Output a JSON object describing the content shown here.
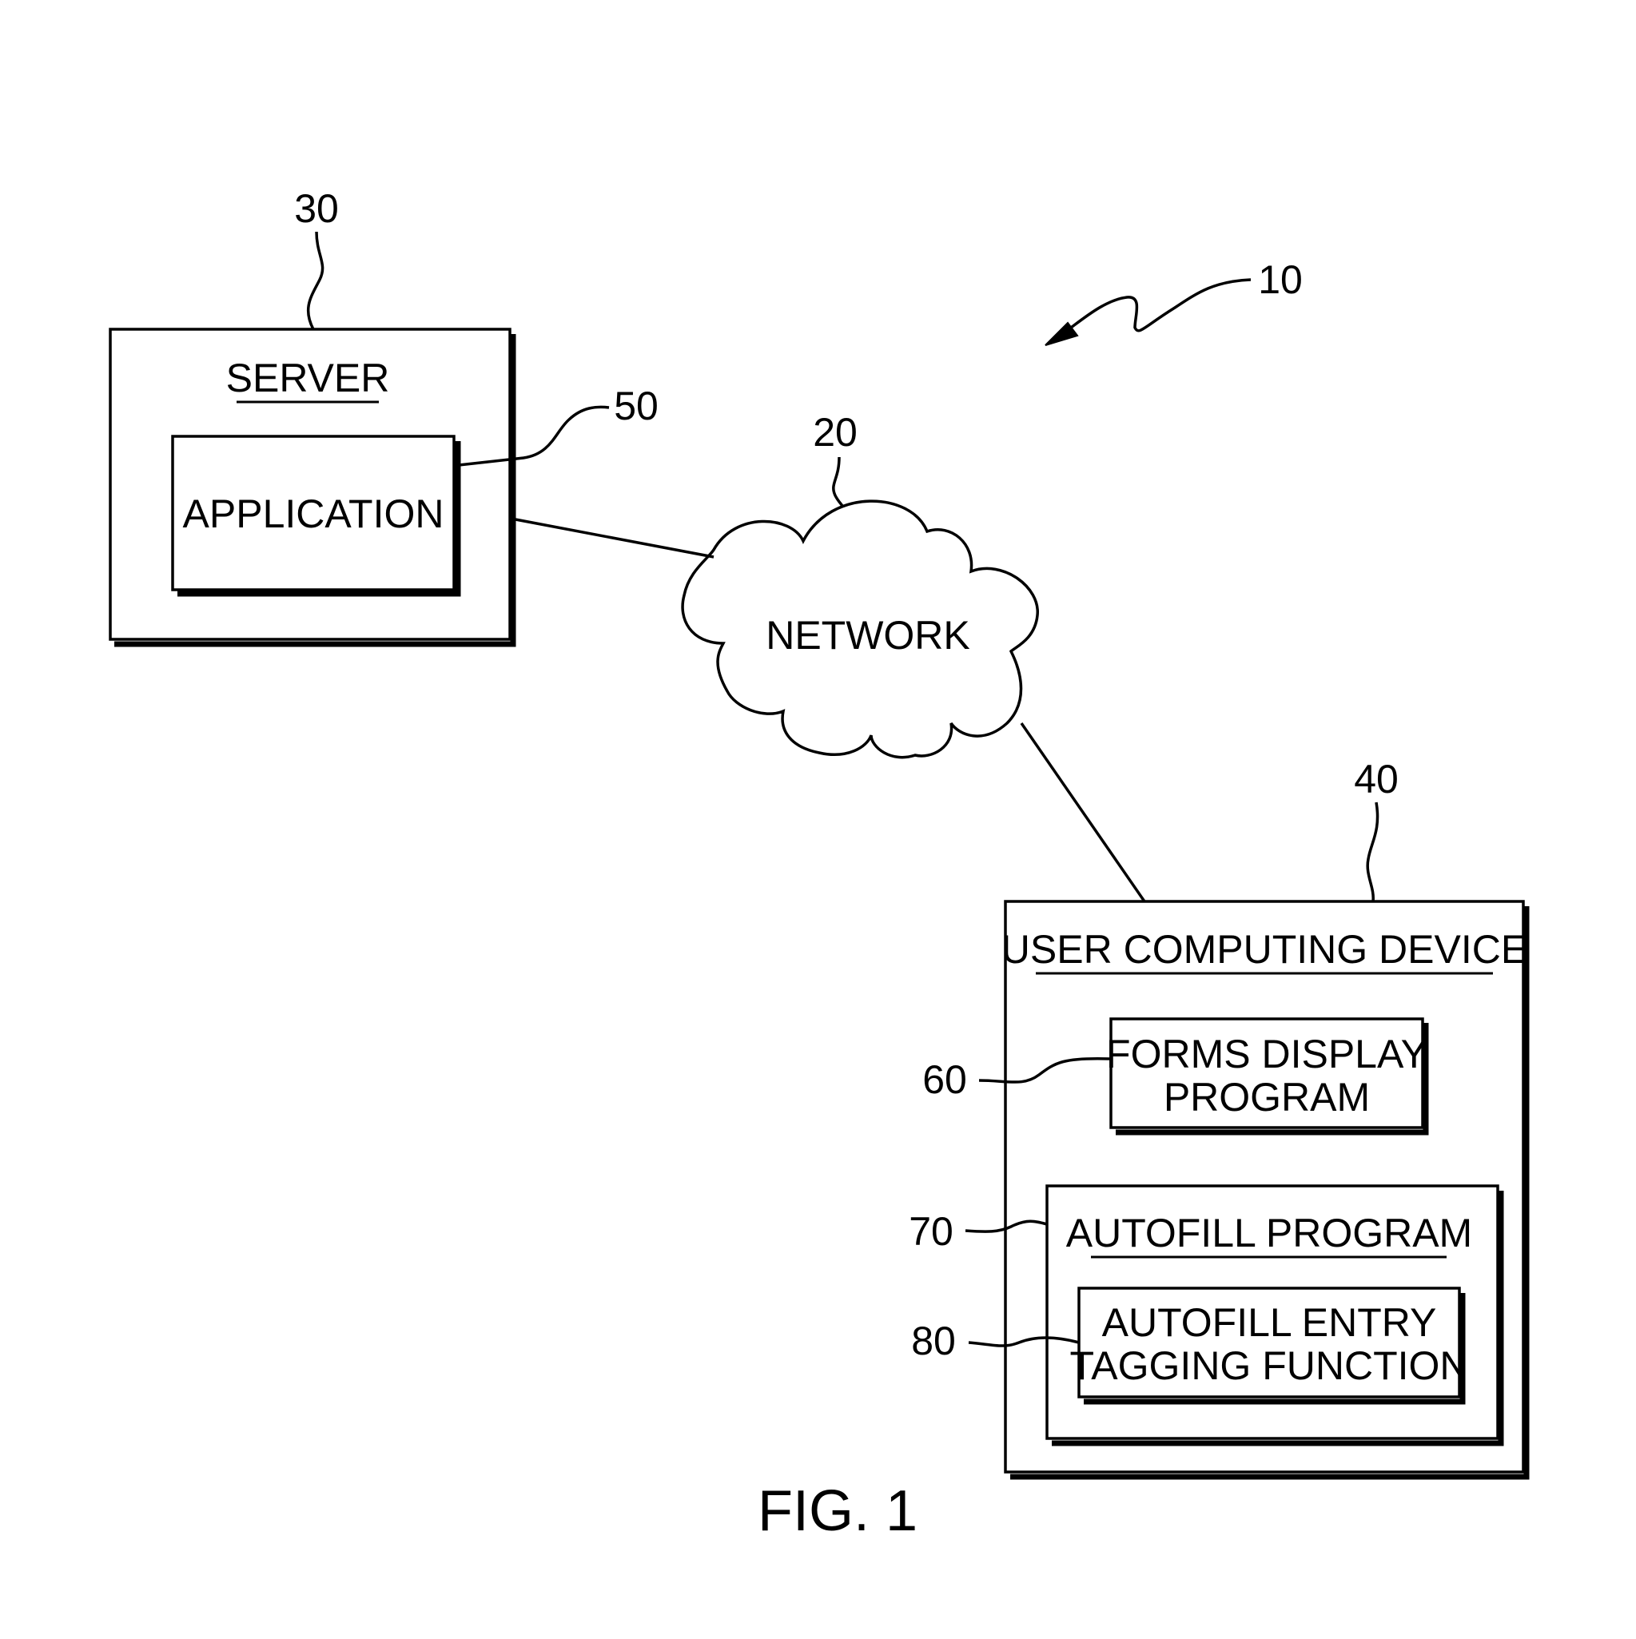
{
  "figure_label": "FIG. 1",
  "system_ref": "10",
  "network": {
    "ref": "20",
    "label": "NETWORK"
  },
  "server": {
    "ref": "30",
    "label": "SERVER",
    "application": {
      "ref": "50",
      "label": "APPLICATION"
    }
  },
  "user_device": {
    "ref": "40",
    "label": "USER COMPUTING DEVICE",
    "forms_display": {
      "ref": "60",
      "line1": "FORMS DISPLAY",
      "line2": "PROGRAM"
    },
    "autofill": {
      "ref": "70",
      "label": "AUTOFILL PROGRAM",
      "tagging": {
        "ref": "80",
        "line1": "AUTOFILL ENTRY",
        "line2": "TAGGING FUNCTION"
      }
    }
  }
}
